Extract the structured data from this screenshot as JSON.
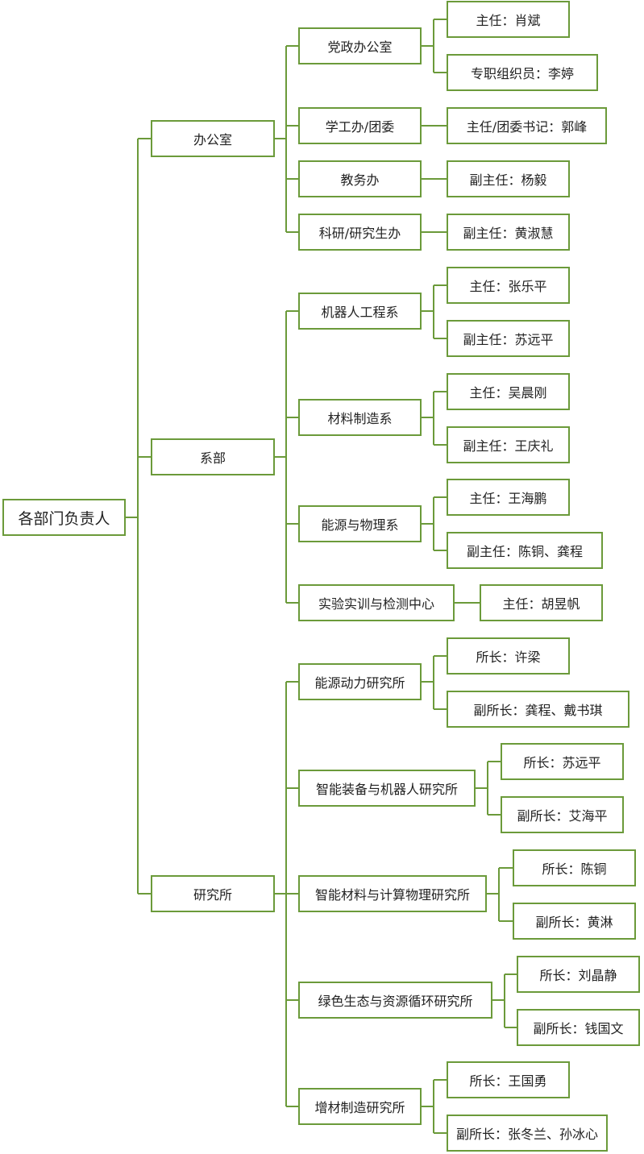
{
  "colors": {
    "line": "#6b9a3a",
    "text": "#222222",
    "background": "#ffffff"
  },
  "root": {
    "label": "各部门负责人",
    "groups": [
      {
        "label": "办公室",
        "units": [
          {
            "label": "党政办公室",
            "leaders": [
              "主任：肖斌",
              "专职组织员：李婷"
            ]
          },
          {
            "label": "学工办/团委",
            "leaders": [
              "主任/团委书记：郭峰"
            ]
          },
          {
            "label": "教务办",
            "leaders": [
              "副主任：杨毅"
            ]
          },
          {
            "label": "科研/研究生办",
            "leaders": [
              "副主任：黄淑慧"
            ]
          }
        ]
      },
      {
        "label": "系部",
        "units": [
          {
            "label": "机器人工程系",
            "leaders": [
              "主任：张乐平",
              "副主任：苏远平"
            ]
          },
          {
            "label": "材料制造系",
            "leaders": [
              "主任：吴晨刚",
              "副主任：王庆礼"
            ]
          },
          {
            "label": "能源与物理系",
            "leaders": [
              "主任：王海鹏",
              "副主任：陈铜、龚程"
            ]
          },
          {
            "label": "实验实训与检测中心",
            "leaders": [
              "主任：胡昱帆"
            ]
          }
        ]
      },
      {
        "label": "研究所",
        "units": [
          {
            "label": "能源动力研究所",
            "leaders": [
              "所长：许梁",
              "副所长：龚程、戴书琪"
            ]
          },
          {
            "label": "智能装备与机器人研究所",
            "leaders": [
              "所长：苏远平",
              "副所长：艾海平"
            ]
          },
          {
            "label": "智能材料与计算物理研究所",
            "leaders": [
              "所长：陈铜",
              "副所长：黄淋"
            ]
          },
          {
            "label": "绿色生态与资源循环研究所",
            "leaders": [
              "所长：刘晶静",
              "副所长：钱国文"
            ]
          },
          {
            "label": "增材制造研究所",
            "leaders": [
              "所长：王国勇",
              "副所长：张冬兰、孙冰心"
            ]
          }
        ]
      }
    ]
  }
}
